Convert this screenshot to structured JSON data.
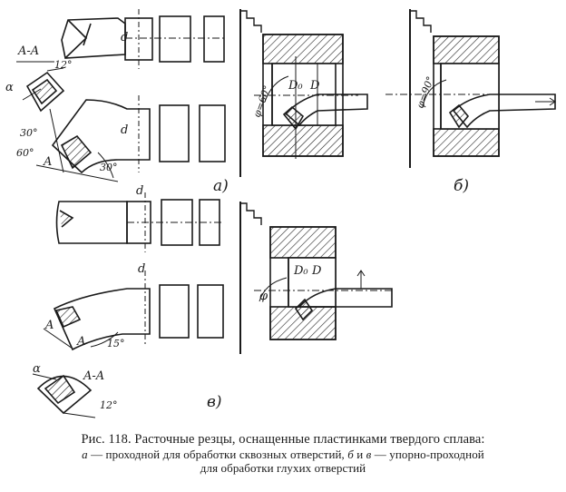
{
  "figure": {
    "labels": {
      "section_top": "A-A",
      "section_bottom": "A-A",
      "angle_12_top": "12°",
      "angle_12_bottom": "12°",
      "alpha_top": "α",
      "alpha_bottom": "α",
      "angle_30_a": "30°",
      "angle_30_b": "30°",
      "angle_60": "60°",
      "angle_15": "15°",
      "letter_A": "A",
      "dim_d": "d",
      "dim_D": "D",
      "dim_D0": "D₀",
      "angle_phi_60": "φ=60°",
      "angle_phi_90": "φ=90°",
      "angle_phi": "φ",
      "panel_a": "а)",
      "panel_b": "б)",
      "panel_v": "в)"
    }
  },
  "caption": {
    "line1": "Рис. 118. Расточные резцы, оснащенные пластинками твердого сплава:",
    "line2_a": "а",
    "line2_a_text": " — проходной для обработки сквозных отверстий, ",
    "line2_b": "б",
    "line2_and": " и ",
    "line2_v": "в",
    "line2_v_text": " — упорно-проходной",
    "line3": "для обработки глухих отверстий"
  }
}
